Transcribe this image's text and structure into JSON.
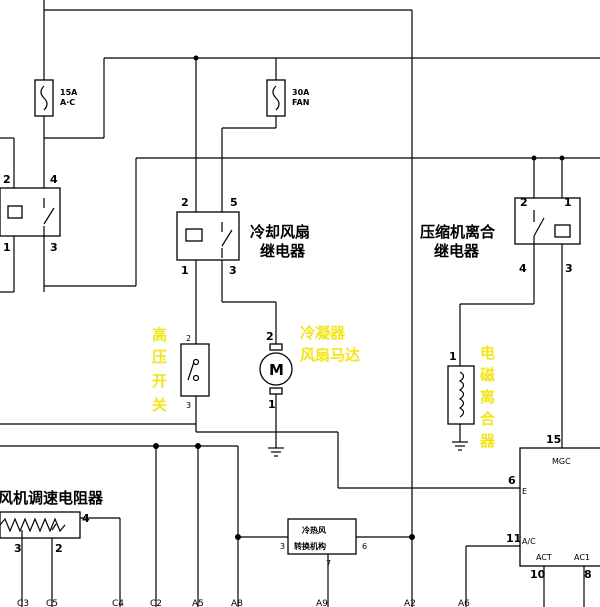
{
  "fuses": {
    "ac": {
      "rating": "15A",
      "name": "A·C"
    },
    "fan": {
      "rating": "30A",
      "name": "FAN"
    }
  },
  "relays": {
    "left": {
      "pins": [
        "2",
        "4",
        "1",
        "3"
      ]
    },
    "cooling_fan": {
      "label_line1": "冷却风扇",
      "label_line2": "继电器",
      "pins": [
        "2",
        "5",
        "1",
        "3"
      ]
    },
    "compressor_clutch": {
      "label_line1": "压缩机离合",
      "label_line2": "继电器",
      "pins": [
        "2",
        "1",
        "4",
        "3"
      ]
    }
  },
  "components": {
    "high_pressure_switch": {
      "label": [
        "高",
        "压",
        "开",
        "关"
      ],
      "pins": [
        "2",
        "3"
      ]
    },
    "condenser_fan_motor": {
      "label_line1": "冷凝器",
      "label_line2": "风扇马达",
      "symbol": "M",
      "pins": [
        "2",
        "1"
      ]
    },
    "clutch": {
      "label": [
        "电",
        "磁",
        "离",
        "合",
        "器"
      ],
      "pins": [
        "1"
      ]
    },
    "blower_resistor": {
      "label": "风机调速电阻器",
      "pins": [
        "4",
        "3",
        "2"
      ]
    },
    "hot_cold_actuator": {
      "label_line1": "冷热风",
      "label_line2": "转换机构",
      "pins": [
        "3",
        "6",
        "7"
      ]
    }
  },
  "controller": {
    "title": "MGC",
    "pins": {
      "top": "15",
      "e_num": "6",
      "e": "E",
      "ac_num": "11",
      "ac": "A/C",
      "act_num": "10",
      "act": "ACT",
      "ac1_num": "8",
      "ac1": "AC1"
    }
  },
  "bottom_connectors": [
    "C3",
    "C5",
    "C4",
    "C2",
    "A5",
    "A8",
    "A9",
    "A2",
    "A6"
  ]
}
